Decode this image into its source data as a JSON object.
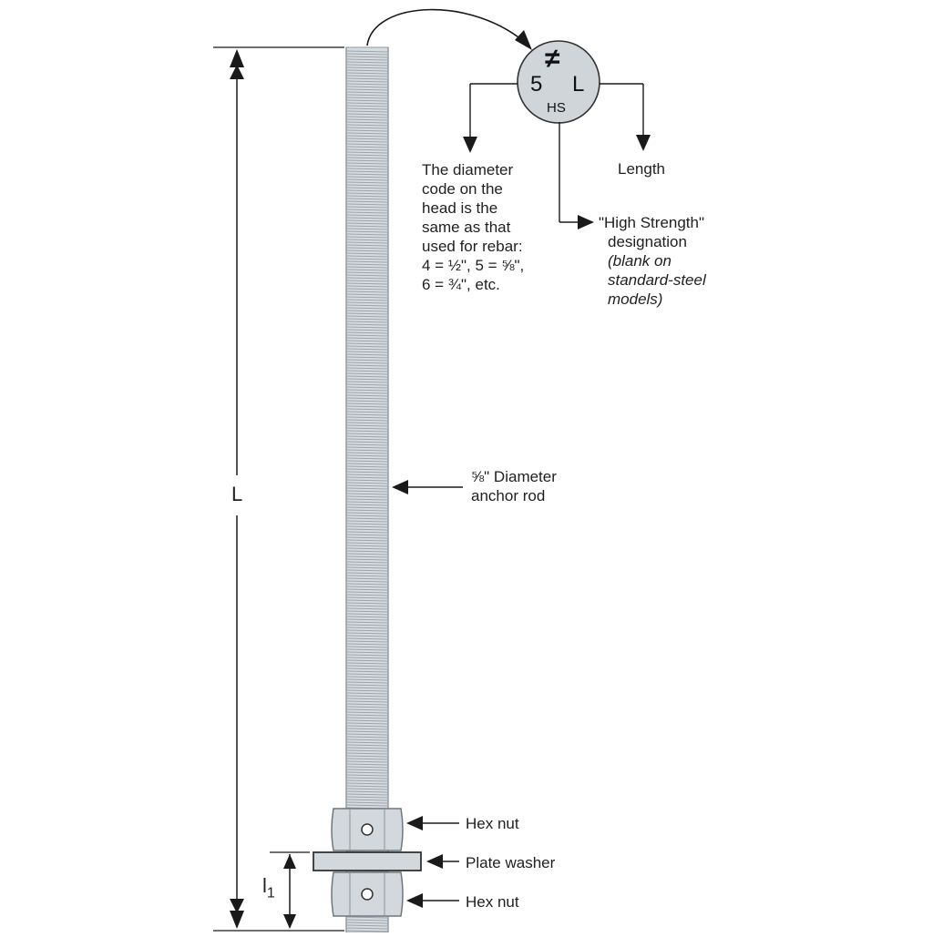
{
  "head_marking": {
    "symbol": "≠",
    "diameter_code": "5",
    "length_code": "L",
    "strength_code": "HS"
  },
  "labels": {
    "diameter_code_note": [
      "The diameter",
      "code on the",
      "head is the",
      "same as that",
      "used for rebar:",
      "4 = ½\", 5 = ⅝\",",
      "6 = ¾\", etc."
    ],
    "length": "Length",
    "high_strength": [
      "\"High Strength\"",
      "designation"
    ],
    "high_strength_note": [
      "(blank on",
      "standard-steel",
      "models)"
    ],
    "rod": [
      "⅝\" Diameter",
      "anchor rod"
    ],
    "hex_nut_top": "Hex nut",
    "plate_washer": "Plate washer",
    "hex_nut_bottom": "Hex nut"
  },
  "dimensions": {
    "overall_length": "L",
    "embed_length_letter": "l",
    "embed_length_subscript": "1"
  },
  "colors": {
    "rod_fill": "#d7dce1",
    "thread_line": "#9aa2aa",
    "nut_fill": "#d3d8dd",
    "line": "#1a1a1a",
    "head_fill": "#d0d5da"
  }
}
